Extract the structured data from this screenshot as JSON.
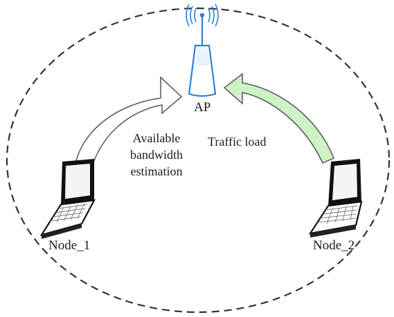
{
  "ap": {
    "label": "AP"
  },
  "links": {
    "bandwidth_lines": [
      "Available",
      "bandwidth",
      "estimation"
    ],
    "traffic": "Traffic load"
  },
  "nodes": [
    {
      "label": "Node_1"
    },
    {
      "label": "Node_2"
    }
  ],
  "colors": {
    "boundary": "#333333",
    "bandwidth_arrow_fill": "#ffffff",
    "traffic_arrow_fill": "#cdf2c6",
    "ap_fill": "#ffffff",
    "ap_accent": "#2b7fd8"
  }
}
